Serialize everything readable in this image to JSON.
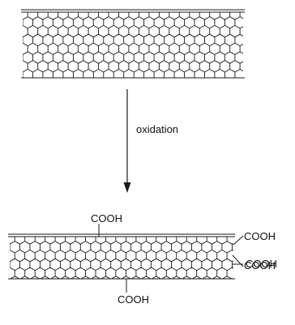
{
  "step_label": "oxidation",
  "groups": {
    "top": "COOH",
    "side_1": "COOH",
    "side_2": "COOH",
    "side_3": "COOH",
    "bottom": "COOH"
  },
  "colors": {
    "line": "#1a1a1a",
    "background": "#ffffff"
  }
}
